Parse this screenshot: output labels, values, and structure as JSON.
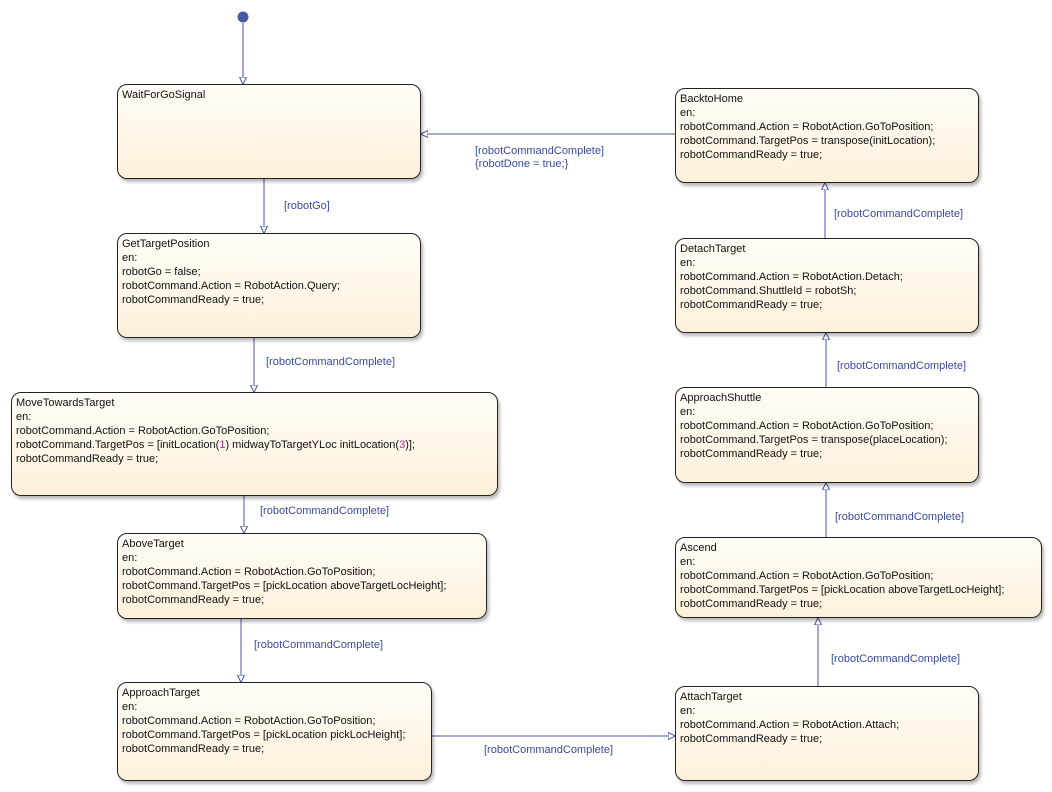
{
  "states": {
    "wait": {
      "name": "WaitForGoSignal"
    },
    "gettarget": {
      "name": "GetTargetPosition",
      "lines": [
        "en:",
        "robotGo = false;",
        "robotCommand.Action = RobotAction.Query;",
        "robotCommandReady = true;"
      ]
    },
    "movetowards": {
      "name": "MoveTowardsTarget",
      "line1": "en:",
      "line2": "robotCommand.Action = RobotAction.GoToPosition;",
      "line3_part1": "robotCommand.TargetPos = [initLocation(",
      "line3_num1": "1",
      "line3_part2": ") midwayToTargetYLoc initLocation(",
      "line3_num2": "3",
      "line3_part3": ")];",
      "line4": "robotCommandReady = true;"
    },
    "above": {
      "name": "AboveTarget",
      "lines": [
        "en:",
        "robotCommand.Action = RobotAction.GoToPosition;",
        "robotCommand.TargetPos = [pickLocation aboveTargetLocHeight];",
        "robotCommandReady = true;"
      ]
    },
    "approachtarget": {
      "name": "ApproachTarget",
      "lines": [
        "en:",
        "robotCommand.Action = RobotAction.GoToPosition;",
        "robotCommand.TargetPos = [pickLocation pickLocHeight];",
        "robotCommandReady = true;"
      ]
    },
    "attach": {
      "name": "AttachTarget",
      "lines": [
        "en:",
        "robotCommand.Action = RobotAction.Attach;",
        "robotCommandReady = true;"
      ]
    },
    "ascend": {
      "name": "Ascend",
      "lines": [
        "en:",
        "robotCommand.Action = RobotAction.GoToPosition;",
        "robotCommand.TargetPos = [pickLocation aboveTargetLocHeight];",
        "robotCommandReady = true;"
      ]
    },
    "approachshuttle": {
      "name": "ApproachShuttle",
      "lines": [
        "en:",
        "robotCommand.Action = RobotAction.GoToPosition;",
        "robotCommand.TargetPos = transpose(placeLocation);",
        "robotCommandReady = true;"
      ]
    },
    "detach": {
      "name": "DetachTarget",
      "lines": [
        "en:",
        "robotCommand.Action = RobotAction.Detach;",
        "robotCommand.ShuttleId = robotSh;",
        "robotCommandReady = true;"
      ]
    },
    "backhome": {
      "name": "BacktoHome",
      "lines": [
        "en:",
        "robotCommand.Action = RobotAction.GoToPosition;",
        "robotCommand.TargetPos = transpose(initLocation);",
        "robotCommandReady = true;"
      ]
    }
  },
  "transitions": {
    "wait_to_gettarget": "[robotGo]",
    "gettarget_to_movetowards": "[robotCommandComplete]",
    "movetowards_to_above": "[robotCommandComplete]",
    "above_to_approachtarget": "[robotCommandComplete]",
    "approachtarget_to_attach": "[robotCommandComplete]",
    "attach_to_ascend": "[robotCommandComplete]",
    "ascend_to_approachshuttle": "[robotCommandComplete]",
    "approachshuttle_to_detach": "[robotCommandComplete]",
    "detach_to_backhome": "[robotCommandComplete]",
    "backhome_to_wait_condition": "[robotCommandComplete]",
    "backhome_to_wait_action": "{robotDone = true;}"
  },
  "colors": {
    "transition": "#4a57a5",
    "state_border": "#222222",
    "state_fill_top": "#fffdf8",
    "state_fill_bottom": "#fdf0da",
    "constant_number": "#b02ca0"
  }
}
